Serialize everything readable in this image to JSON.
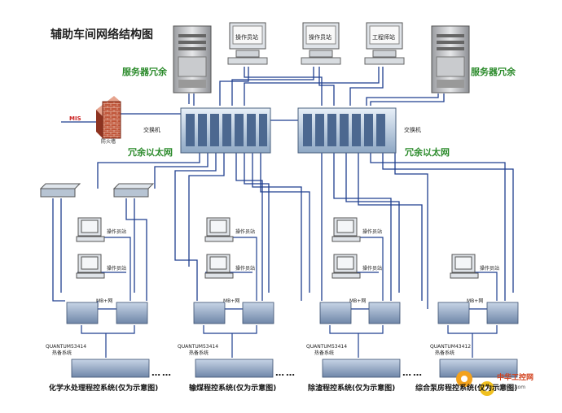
{
  "title": "辅助车间网络结构图",
  "redundancy": {
    "server_left": "服务器冗余",
    "server_right": "服务器冗余",
    "ethernet_left": "冗余以太网",
    "ethernet_right": "冗余以太网"
  },
  "top_stations": [
    "操作员站",
    "操作员站",
    "工程师站"
  ],
  "switch_label_left": "交换机",
  "switch_label_right": "交换机",
  "mis_label": "MIS",
  "firewall_label": "防火墙",
  "operator_station_label": "操作员站",
  "mb_net_label": "MB+网",
  "subsystems": [
    {
      "quantum": "QUANTUM53414",
      "standby": "热备系统",
      "name": "化学水处理程控系统(仅为示意图)"
    },
    {
      "quantum": "QUANTUM53414",
      "standby": "热备系统",
      "name": "输煤程控系统(仅为示意图)"
    },
    {
      "quantum": "QUANTUM53414",
      "standby": "热备系统",
      "name": "除渣程控系统(仅为示意图)"
    },
    {
      "quantum": "QUANTUM43412",
      "standby": "热备系统",
      "name": "综合泵房程控系统(仅为示意图)"
    }
  ],
  "ellipsis": "……",
  "watermark": "中华工控网",
  "watermark_url": "gkong.com",
  "colors": {
    "line": "#1f3f8f",
    "label_green": "#2a8a2a",
    "firewall": "#b8462e",
    "switch": "#9fb8d6"
  }
}
